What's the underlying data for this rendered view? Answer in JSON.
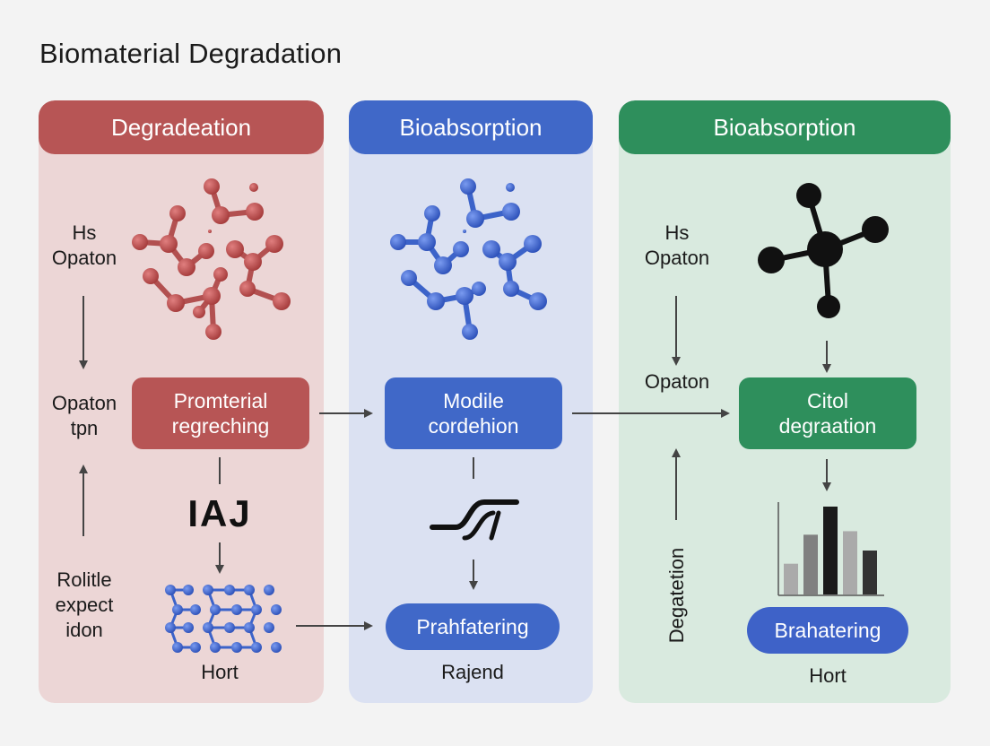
{
  "title": "Biomaterial Degradation",
  "colors": {
    "red_panel": "#ecd6d6",
    "red_head": "#b75555",
    "red_node": "#c05050",
    "blue_panel": "#dbe1f2",
    "blue_head": "#4068c8",
    "blue_node": "#3f67cf",
    "green_panel": "#d9eadf",
    "green_head": "#2e8f5c",
    "green_node": "#111111"
  },
  "columns": [
    {
      "header": "Degradeation",
      "side_top": "Hs\nOpaton",
      "side_mid": "Opaton\ntpn",
      "side_bottom": "Rolitle\nexpect\nidon",
      "pill_main": "Promterial\nregreching",
      "glyph": "IAJ",
      "caption": "Hort"
    },
    {
      "header": "Bioabsorption",
      "pill_main": "Modile\ncordehion",
      "pill_bottom": "Prahfatering",
      "caption": "Rajend"
    },
    {
      "header": "Bioabsorption",
      "side_top": "Hs\nOpaton",
      "side_mid": "Opaton",
      "side_vertical": "Degatetion",
      "pill_main": "Citol\ndegraation",
      "pill_bottom": "Brahatering",
      "caption": "Hort",
      "bar_values": [
        35,
        68,
        100,
        72,
        50
      ],
      "bar_colors": [
        "#aaaaaa",
        "#808080",
        "#1a1a1a",
        "#aaaaaa",
        "#333333"
      ]
    }
  ]
}
